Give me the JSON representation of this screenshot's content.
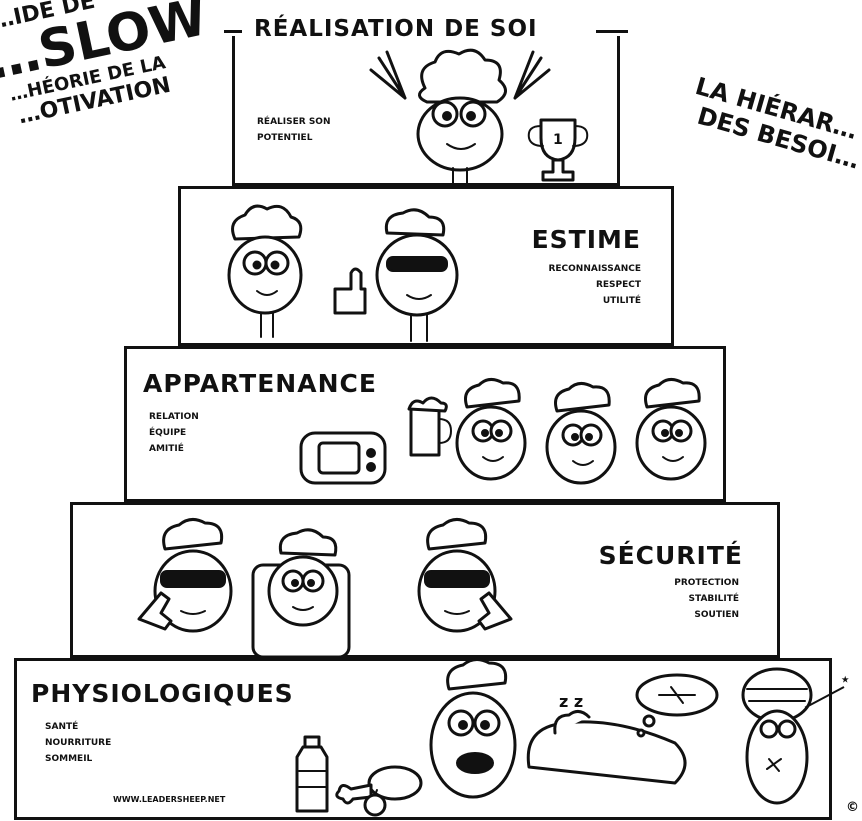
{
  "corner_left": [
    "…IDE DE",
    "…SLOW",
    "…HÉORIE DE LA",
    "…OTIVATION"
  ],
  "corner_right": [
    "LA HIÉRAR…",
    "DES BESOI…"
  ],
  "tiers": {
    "realisation": {
      "title": "RÉALISATION DE SOI",
      "items": [
        "RÉALISER SON",
        "POTENTIEL"
      ]
    },
    "estime": {
      "title": "ESTIME",
      "items": [
        "RECONNAISSANCE",
        "RESPECT",
        "UTILITÉ"
      ]
    },
    "appartenance": {
      "title": "APPARTENANCE",
      "items": [
        "RELATION",
        "ÉQUIPE",
        "AMITIÉ"
      ]
    },
    "securite": {
      "title": "SÉCURITÉ",
      "items": [
        "PROTECTION",
        "STABILITÉ",
        "SOUTIEN"
      ]
    },
    "physiologiques": {
      "title": "PHYSIOLOGIQUES",
      "items": [
        "SANTÉ",
        "NOURRITURE",
        "SOMMEIL"
      ],
      "url": "WWW.LEADERSHEEP.NET"
    }
  },
  "trophy_label": "1",
  "copyright": "©",
  "side_mark": "⭑",
  "icons": [
    "sheep-illustration",
    "trophy-icon",
    "thumbs-up-icon",
    "gaming-console-icon",
    "beer-mug-icon",
    "pistol-icon",
    "water-bottle-icon",
    "drumstick-icon",
    "apple-icon",
    "bandage-icon",
    "thought-bubble-icon"
  ]
}
